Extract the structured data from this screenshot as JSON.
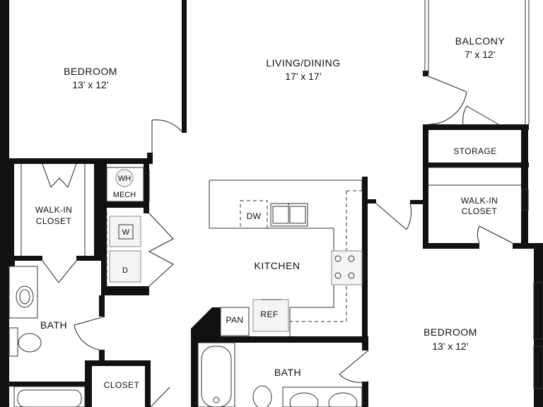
{
  "rooms": {
    "bedroom_1": {
      "name": "BEDROOM",
      "size": "13’ x 12’"
    },
    "living": {
      "name": "LIVING/DINING",
      "size": "17’ x 17’"
    },
    "balcony": {
      "name": "BALCONY",
      "size": "7’ x 12’"
    },
    "storage": {
      "name": "STORAGE"
    },
    "walkin_closet_right": {
      "name_line1": "WALK-IN",
      "name_line2": "CLOSET"
    },
    "walkin_closet_left": {
      "name_line1": "WALK-IN",
      "name_line2": "CLOSET"
    },
    "kitchen": {
      "name": "KITCHEN"
    },
    "bath_left": {
      "name": "BATH"
    },
    "bath_center": {
      "name": "BATH"
    },
    "bedroom_2": {
      "name": "BEDROOM",
      "size": "13’ x 12’"
    },
    "closet": {
      "name": "CLOSET"
    }
  },
  "fixtures": {
    "water_heater": "WH",
    "mech": "MECH",
    "washer": "W",
    "dryer": "D",
    "dishwasher": "DW",
    "pantry": "PAN",
    "refrigerator": "REF"
  },
  "colors": {
    "wall": "#111111",
    "fixture_fill": "#f4f4f4",
    "background": "#ffffff"
  }
}
